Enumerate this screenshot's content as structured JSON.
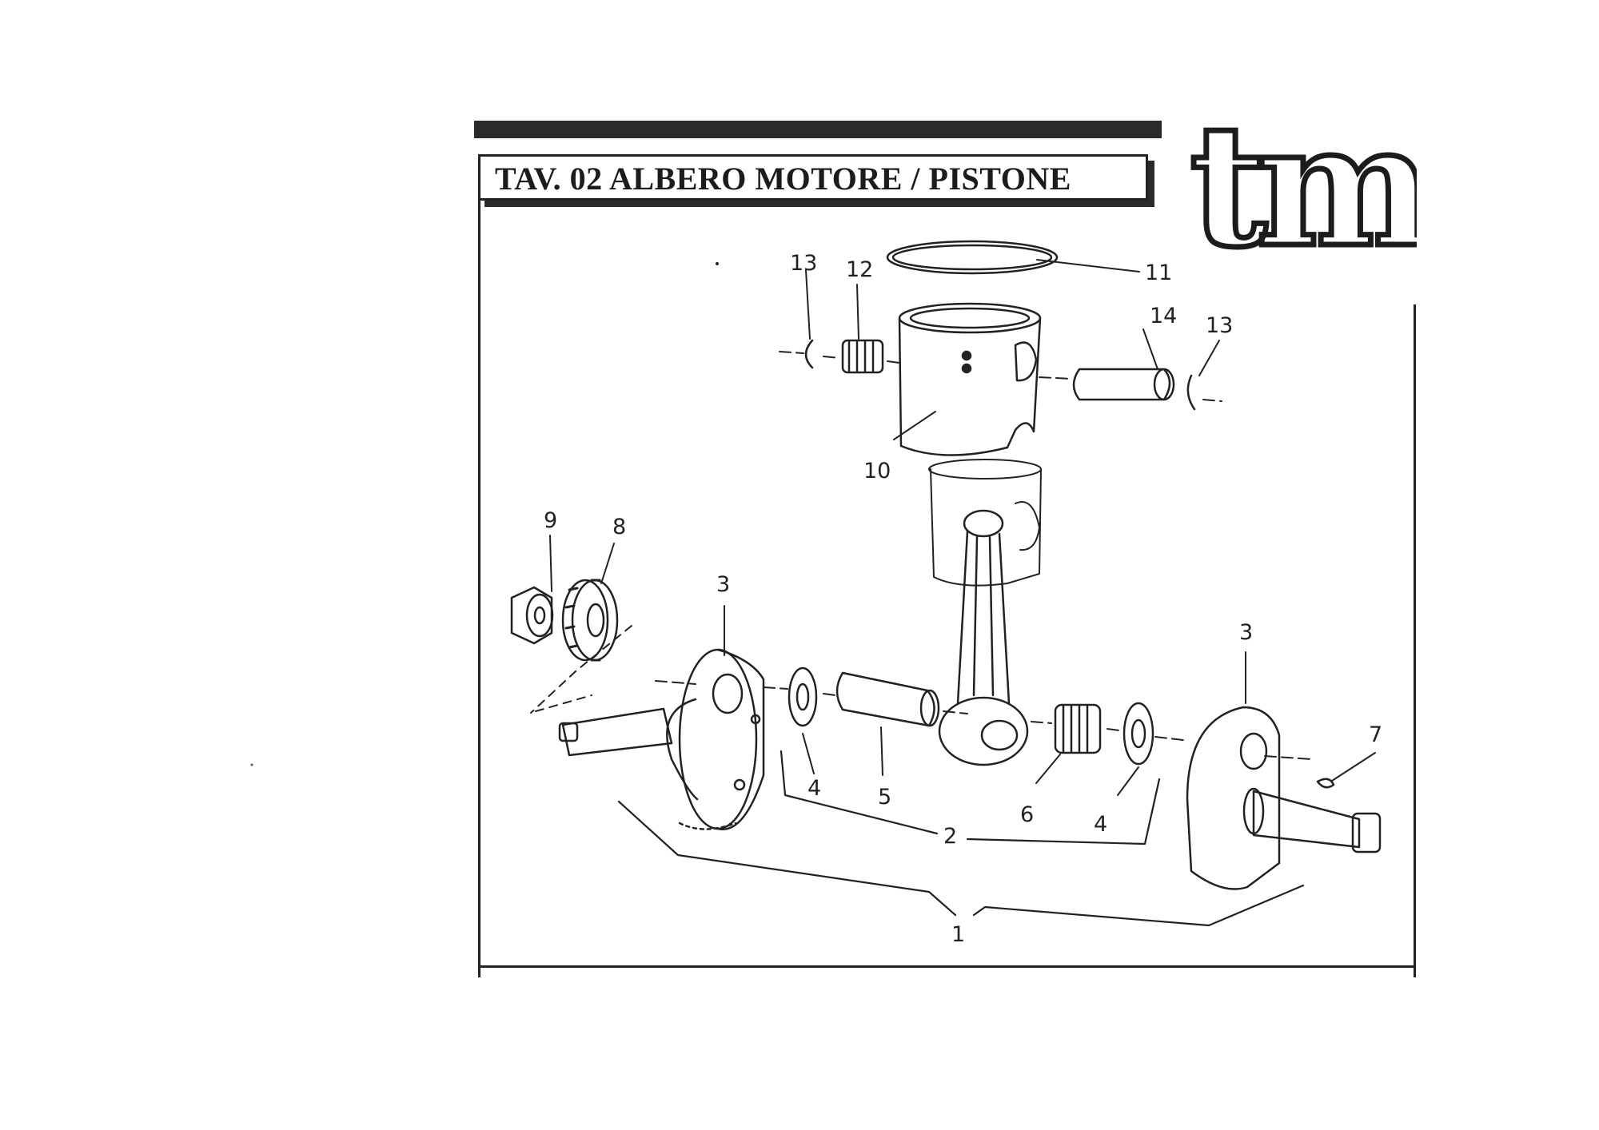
{
  "header": {
    "title": "TAV. 02 ALBERO MOTORE / PISTONE",
    "logo_text": "tm"
  },
  "colors": {
    "ink": "#222222",
    "paper": "#ffffff",
    "bar": "#2a2a2a"
  },
  "callouts": {
    "c1": "1",
    "c2": "2",
    "c3a": "3",
    "c3b": "3",
    "c4a": "4",
    "c4b": "4",
    "c5": "5",
    "c6": "6",
    "c7": "7",
    "c8": "8",
    "c9": "9",
    "c10": "10",
    "c11": "11",
    "c12": "12",
    "c13a": "13",
    "c13b": "13",
    "c14": "14"
  }
}
